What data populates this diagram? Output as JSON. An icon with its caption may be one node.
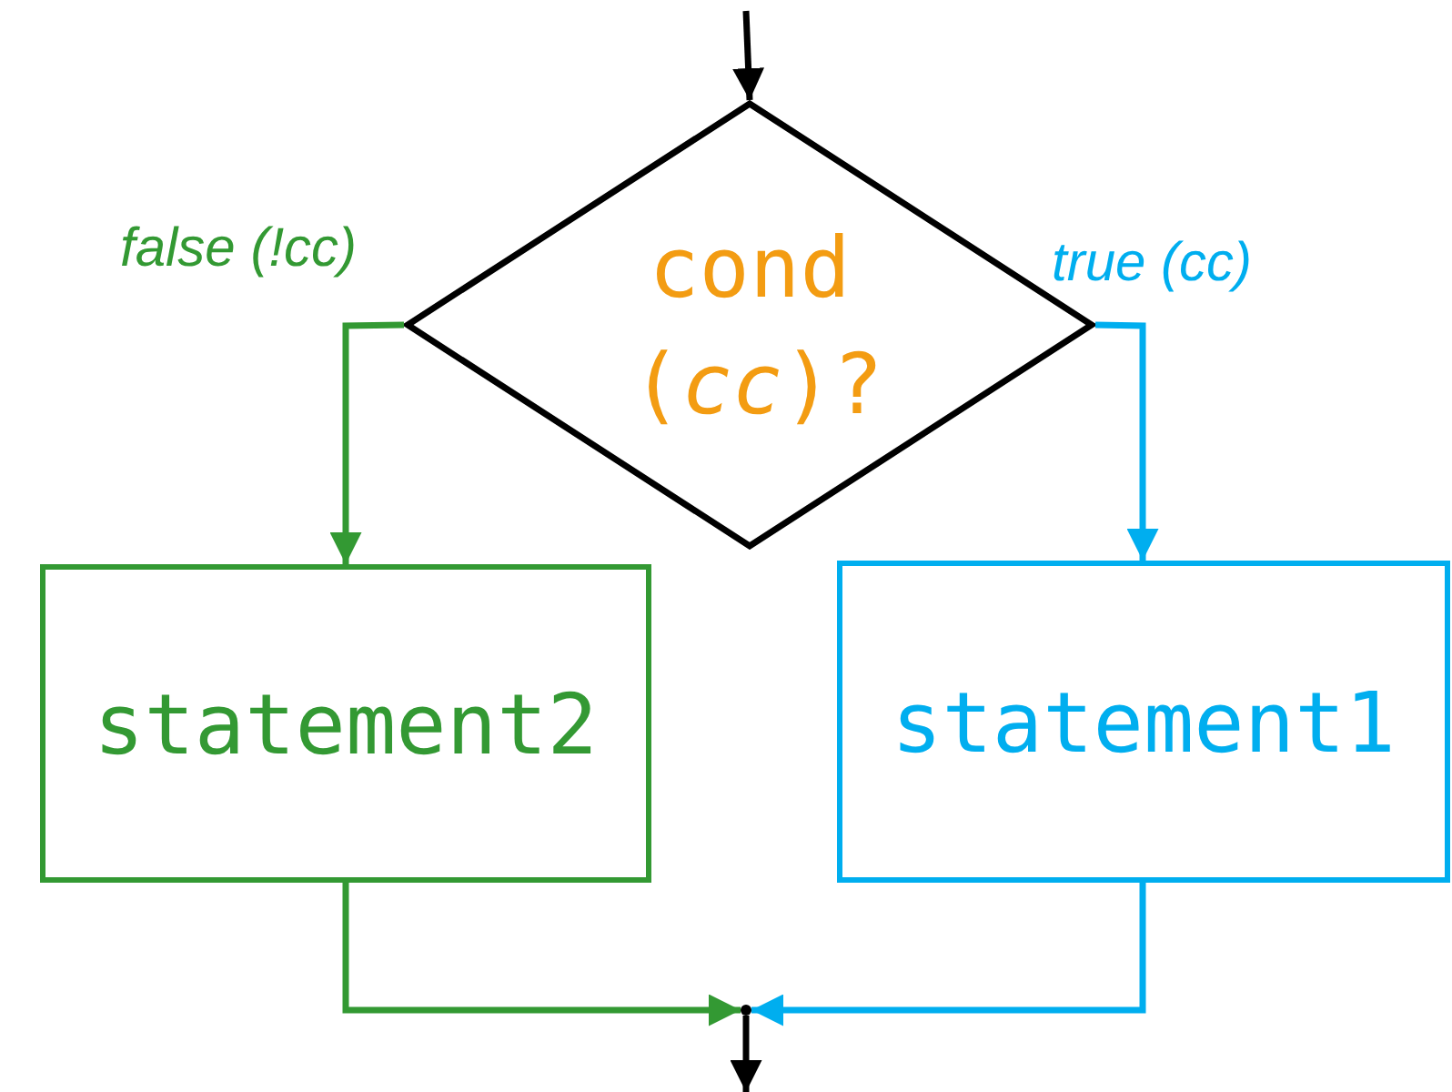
{
  "diagram": {
    "nodes": [
      {
        "text": [
          "cond (*cc*)?"
        ]
      },
      {
        "text": [
          "statement2"
        ]
      },
      {
        "text": [
          "statement1"
        ]
      },
      {
        "text": [],
        "shape": "point"
      }
    ],
    "edges": [
      {
        "from": null,
        "to": 0,
        "arrow": "to"
      },
      {
        "from": 0,
        "to": 1,
        "arrow": "to",
        "label": "false (!cc)",
        "color": "#339933"
      },
      {
        "from": 0,
        "to": 2,
        "arrow": "to",
        "label": "true (cc)",
        "color": "#00aeef"
      },
      {
        "from": 1,
        "to": 3,
        "arrow": "to",
        "color": "#339933"
      },
      {
        "from": 2,
        "to": 3,
        "arrow": "to",
        "color": "#00aeef"
      },
      {
        "from": 3,
        "to": null,
        "arrow": "to"
      }
    ]
  }
}
